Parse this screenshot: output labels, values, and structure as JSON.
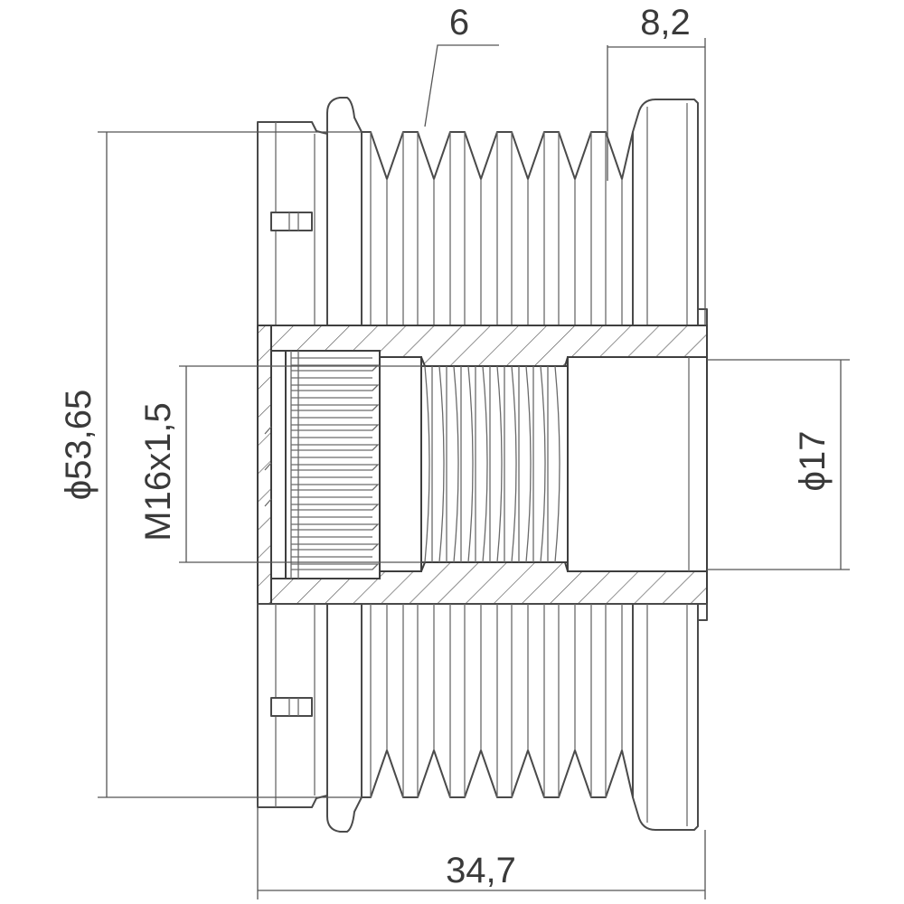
{
  "drawing": {
    "part": "alternator overrunning pulley",
    "dimensions": {
      "groove_pitch": "6",
      "flange_width": "8,2",
      "outer_diameter": "ϕ53,65",
      "thread": "M16x1,5",
      "bore_diameter": "ϕ17",
      "overall_length": "34,7"
    },
    "colors": {
      "line": "#4a4a4a",
      "hatch": "#555555",
      "background": "#ffffff"
    }
  }
}
